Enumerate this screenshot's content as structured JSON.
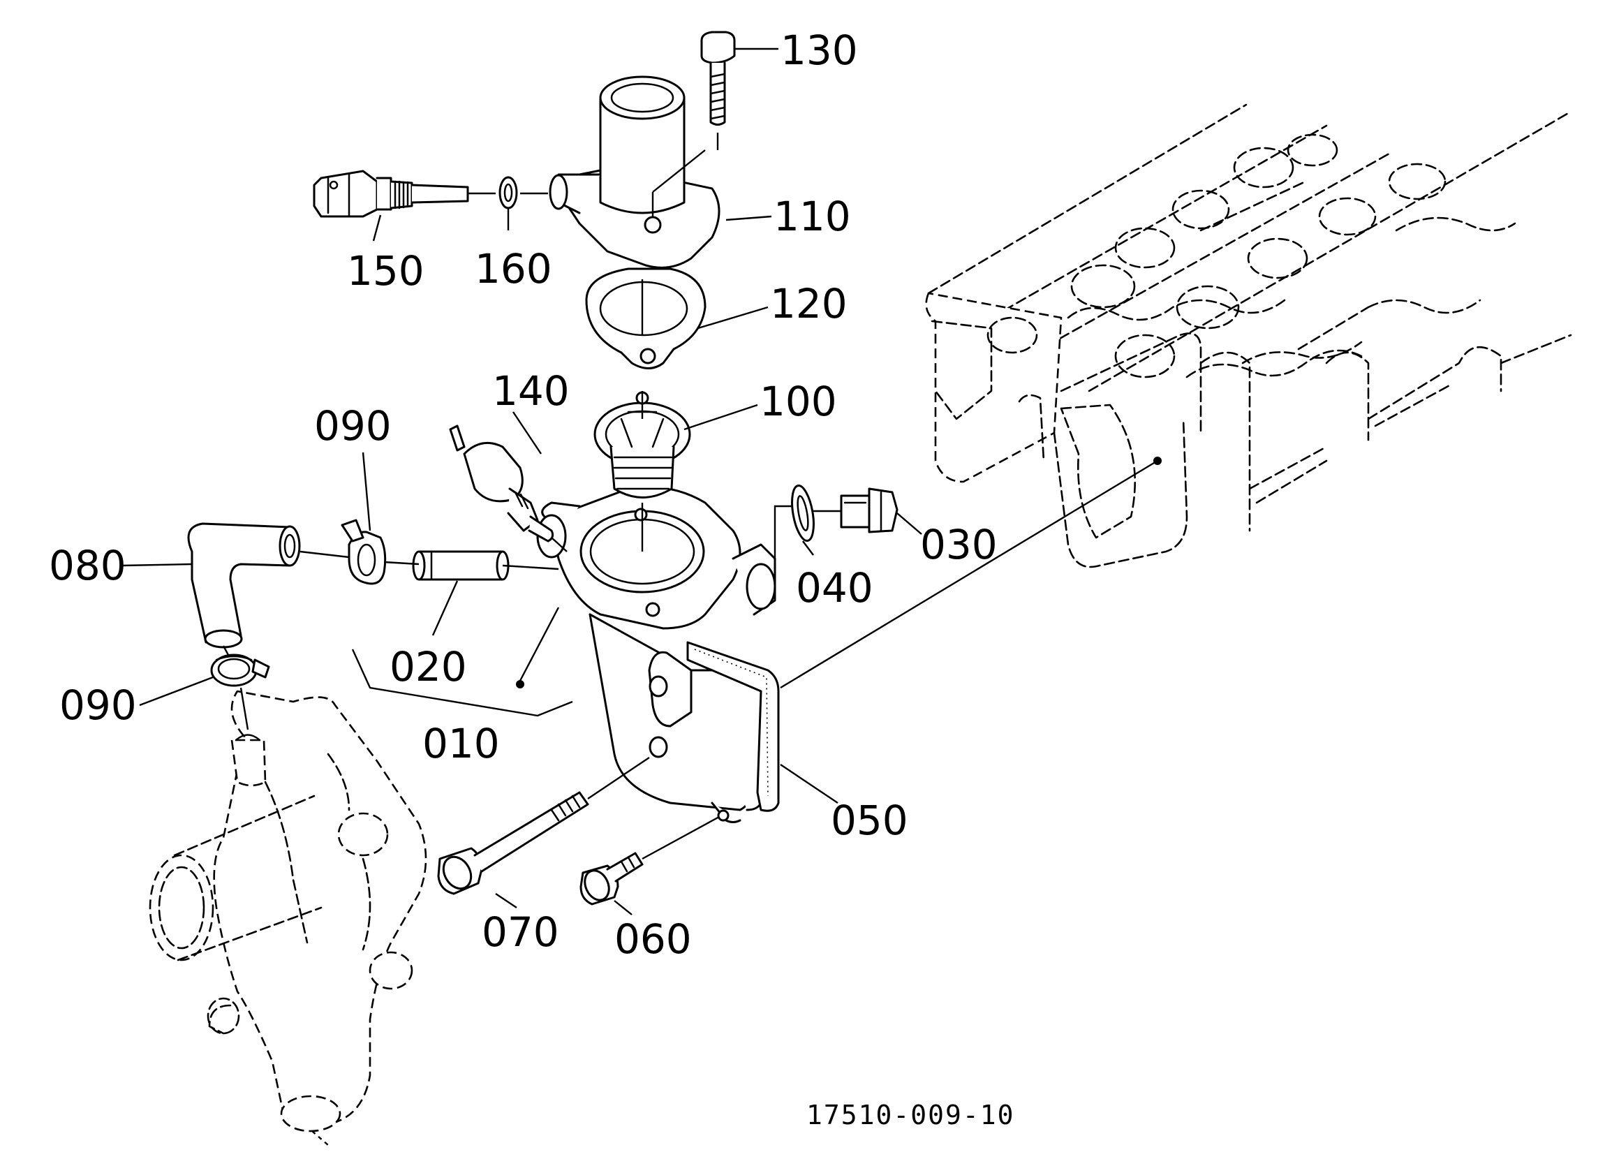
{
  "callouts": {
    "p010": "010",
    "p020": "020",
    "p030": "030",
    "p040": "040",
    "p050": "050",
    "p060": "060",
    "p070": "070",
    "p080": "080",
    "p090a": "090",
    "p090b": "090",
    "p100": "100",
    "p110": "110",
    "p120": "120",
    "p130": "130",
    "p140": "140",
    "p150": "150",
    "p160": "160"
  },
  "drawing_number": "17510-009-10"
}
